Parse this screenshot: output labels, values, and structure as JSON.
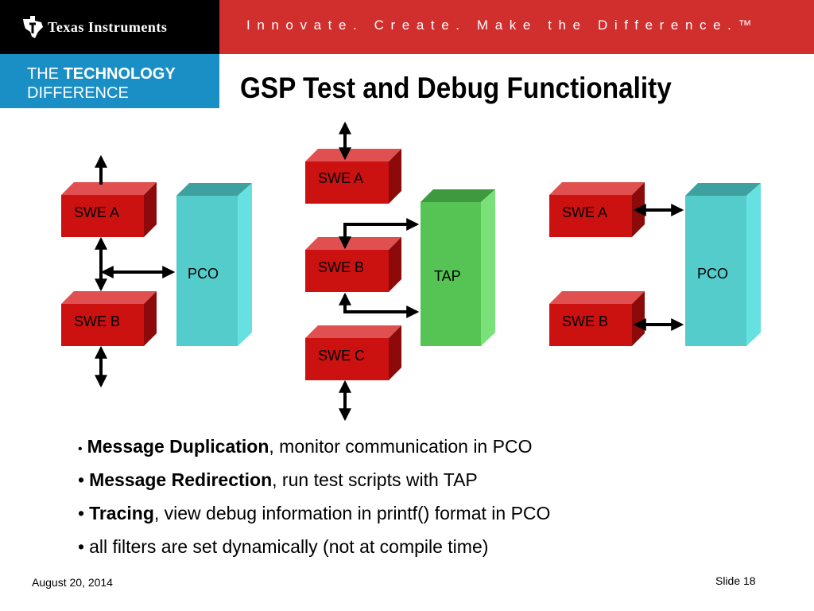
{
  "header": {
    "company": "Texas Instruments",
    "slogan": "Innovate. Create. Make the Difference.™",
    "tagline_line1_prefix": "THE ",
    "tagline_line1_bold": "TECHNOLOGY",
    "tagline_line2": "DIFFERENCE",
    "colors": {
      "logo_bar": "#000000",
      "slogan_bar": "#d12e2e",
      "tagline_bar": "#1a8fc6"
    }
  },
  "title": "GSP Test and Debug Functionality",
  "diagram": {
    "left_group": {
      "swe_a": "SWE A",
      "swe_b": "SWE B",
      "pco": "PCO"
    },
    "middle_group": {
      "swe_a": "SWE A",
      "swe_b": "SWE B",
      "swe_c": "SWE C",
      "tap": "TAP"
    },
    "right_group": {
      "swe_a": "SWE A",
      "swe_b": "SWE B",
      "pco": "PCO"
    },
    "colors": {
      "swe_box": "#cc1111",
      "pco_box": "#55cccc",
      "tap_box": "#55c455",
      "arrow": "#000000"
    }
  },
  "bullets": [
    {
      "bullet": "•",
      "bold": "Message Duplication",
      "text": ", monitor communication in PCO"
    },
    {
      "bullet": "•",
      "bold": "Message Redirection",
      "text": ", run test scripts with TAP"
    },
    {
      "bullet": "•",
      "bold": "Tracing",
      "text": ", view debug information in printf() format in PCO"
    },
    {
      "bullet": "•",
      "bold": "",
      "text": "all filters are set dynamically (not at compile time)"
    }
  ],
  "footer": {
    "date": "August 20, 2014",
    "slide": "Slide 18"
  }
}
